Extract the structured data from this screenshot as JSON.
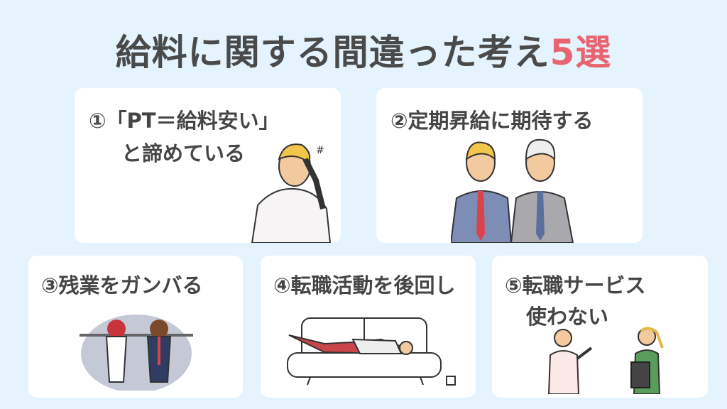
{
  "title": {
    "main": "給料に関する間違った考え",
    "accent": "5選",
    "accent_color": "#e8646e"
  },
  "cards": [
    {
      "line1": "①「PT＝給料安い」",
      "line2": "と諦めている"
    },
    {
      "line1": "②定期昇給に期待する"
    },
    {
      "line1": "③残業をガンバる"
    },
    {
      "line1": "④転職活動を後回し"
    },
    {
      "line1": "⑤転職サービス",
      "line2": "使わない"
    }
  ]
}
